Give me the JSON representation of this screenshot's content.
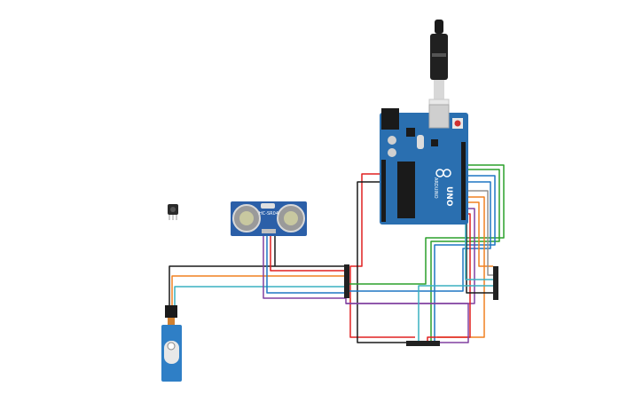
{
  "arduino": {
    "model_label": "UNO",
    "brand_label": "ARDUINO",
    "board_color": "#2a6fb0"
  },
  "ultrasonic": {
    "label": "HC-SR04",
    "board_color": "#2b5fa8"
  },
  "ir_sensor": {
    "body_color": "#2a2a2a"
  },
  "servo": {
    "body_color": "#2f7fc6"
  },
  "wire_colors": {
    "red": "#e02020",
    "black": "#1a1a1a",
    "green": "#2ca02c",
    "blue": "#1f77c4",
    "cyan": "#3ab0c0",
    "orange": "#f08020",
    "purple": "#8040a0",
    "grey": "#909090",
    "white": "#b0b0b0"
  },
  "icons": [
    "usb-cable-icon",
    "reset-button-icon",
    "arduino-logo-icon"
  ]
}
